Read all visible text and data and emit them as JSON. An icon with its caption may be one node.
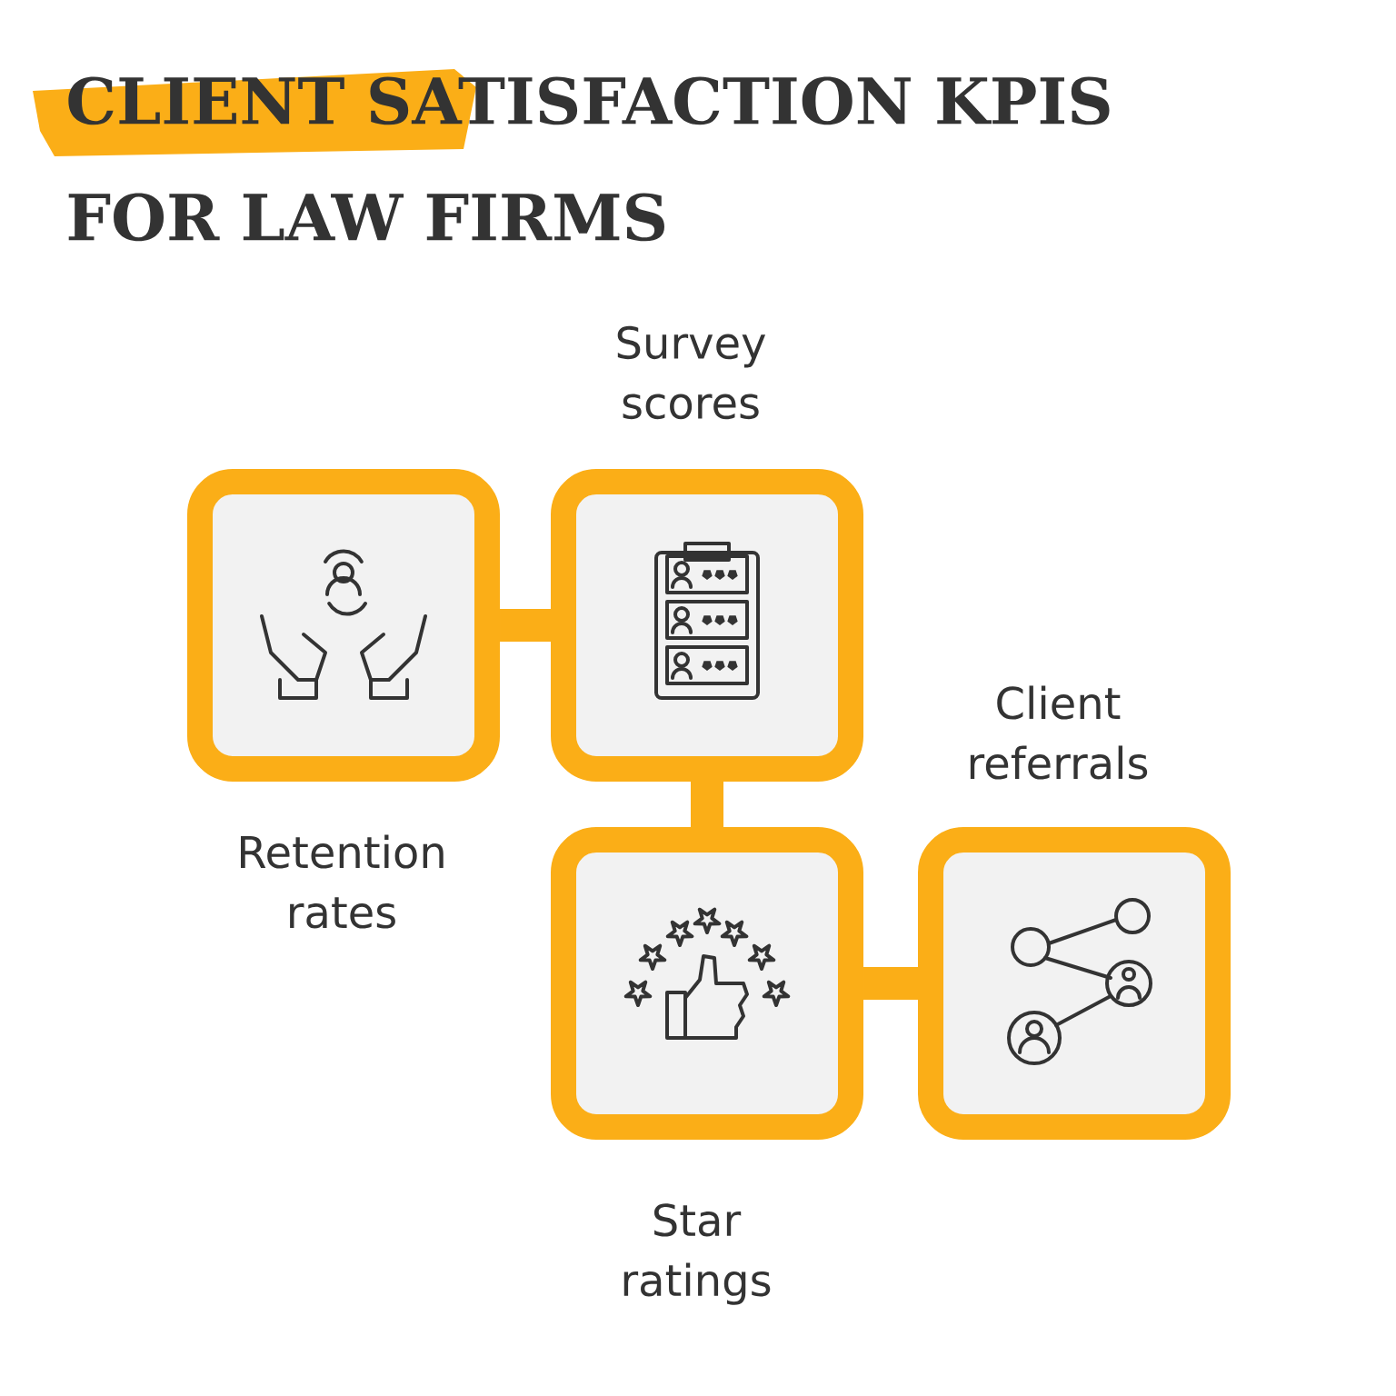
{
  "diagram": {
    "title": "CLIENT SATISFACTION KPIS FOR LAW FIRMS",
    "nodes": [
      {
        "text": [
          "Retention rates"
        ]
      },
      {
        "text": [
          "Survey scores"
        ]
      },
      {
        "text": [
          "Star ratings"
        ]
      },
      {
        "text": [
          "Client referrals"
        ]
      }
    ],
    "edges": [
      {
        "from": 0,
        "to": 1,
        "arrow": "none"
      },
      {
        "from": 1,
        "to": 2,
        "arrow": "none"
      },
      {
        "from": 2,
        "to": 3,
        "arrow": "none"
      }
    ]
  }
}
